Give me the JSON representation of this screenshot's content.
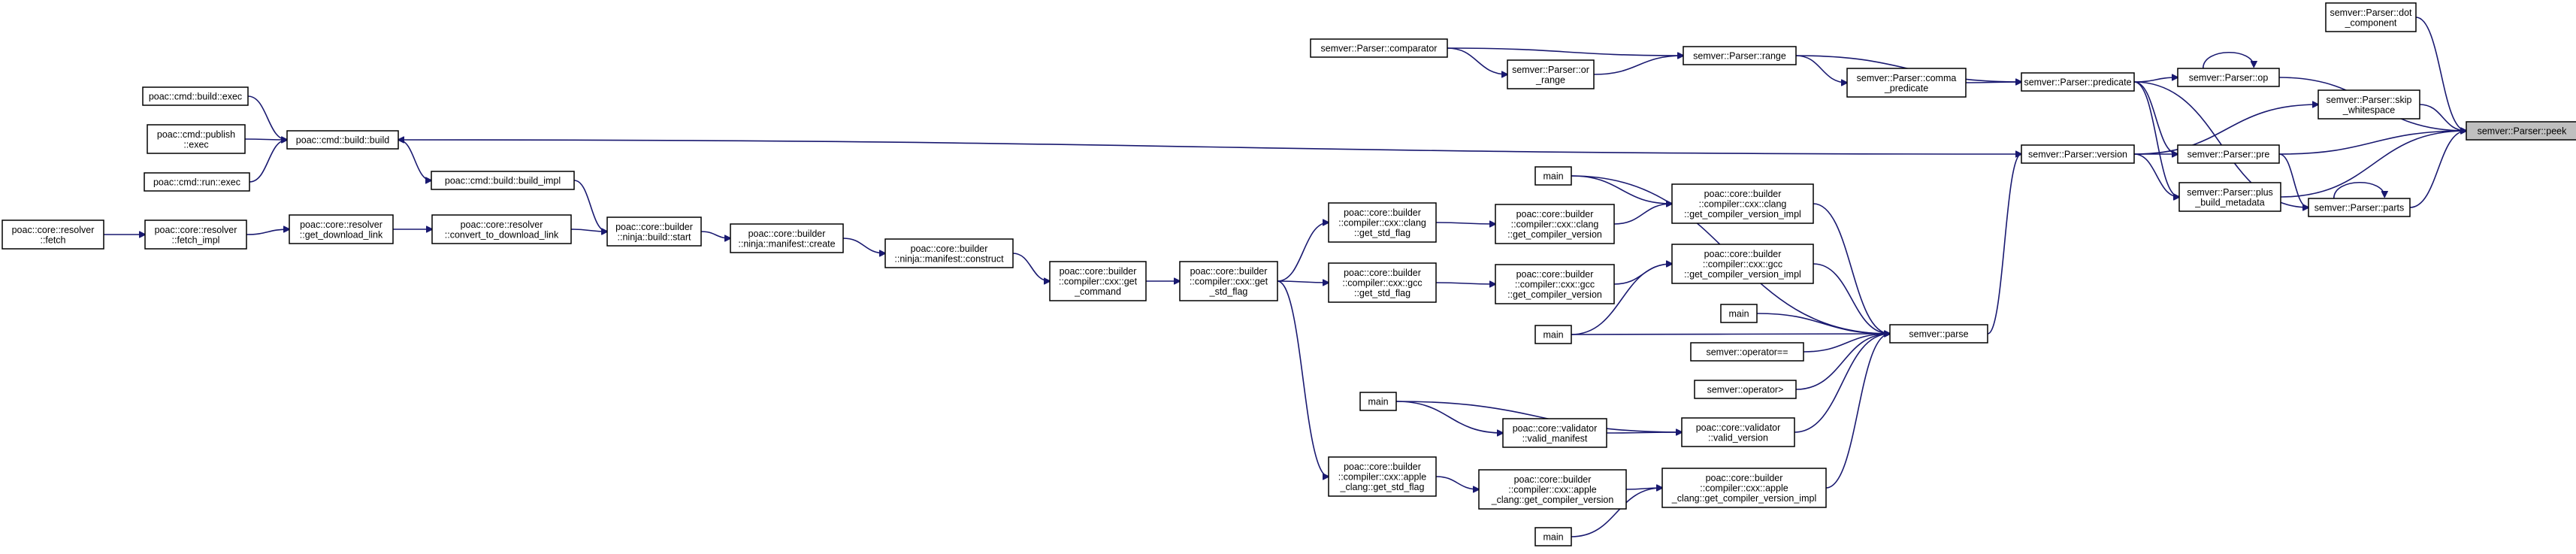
{
  "diagram": {
    "title": "",
    "nodes": [
      {
        "id": "peek",
        "lines": [
          "semver::Parser::peek"
        ],
        "root": true
      },
      {
        "id": "dot_component",
        "lines": [
          "semver::Parser::dot",
          "_component"
        ]
      },
      {
        "id": "op",
        "lines": [
          "semver::Parser::op"
        ]
      },
      {
        "id": "skip_ws",
        "lines": [
          "semver::Parser::skip",
          "_whitespace"
        ]
      },
      {
        "id": "pre",
        "lines": [
          "semver::Parser::pre"
        ]
      },
      {
        "id": "parts",
        "lines": [
          "semver::Parser::parts"
        ]
      },
      {
        "id": "plus_build",
        "lines": [
          "semver::Parser::plus",
          "_build_metadata"
        ]
      },
      {
        "id": "predicate",
        "lines": [
          "semver::Parser::predicate"
        ]
      },
      {
        "id": "version",
        "lines": [
          "semver::Parser::version"
        ]
      },
      {
        "id": "comma_predicate",
        "lines": [
          "semver::Parser::comma",
          "_predicate"
        ]
      },
      {
        "id": "range",
        "lines": [
          "semver::Parser::range"
        ]
      },
      {
        "id": "or_range",
        "lines": [
          "semver::Parser::or",
          "_range"
        ]
      },
      {
        "id": "comparator",
        "lines": [
          "semver::Parser::comparator"
        ]
      },
      {
        "id": "parse",
        "lines": [
          "semver::parse"
        ]
      },
      {
        "id": "clang_impl",
        "lines": [
          "poac::core::builder",
          "::compiler::cxx::clang",
          "::get_compiler_version_impl"
        ]
      },
      {
        "id": "gcc_impl",
        "lines": [
          "poac::core::builder",
          "::compiler::cxx::gcc",
          "::get_compiler_version_impl"
        ]
      },
      {
        "id": "main1",
        "lines": [
          "main"
        ]
      },
      {
        "id": "main2",
        "lines": [
          "main"
        ]
      },
      {
        "id": "main3",
        "lines": [
          "main"
        ]
      },
      {
        "id": "op_eq",
        "lines": [
          "semver::operator=="
        ]
      },
      {
        "id": "op_gt",
        "lines": [
          "semver::operator>"
        ]
      },
      {
        "id": "valid_version",
        "lines": [
          "poac::core::validator",
          "::valid_version"
        ]
      },
      {
        "id": "apple_impl",
        "lines": [
          "poac::core::builder",
          "::compiler::cxx::apple",
          "_clang::get_compiler_version_impl"
        ]
      },
      {
        "id": "main4",
        "lines": [
          "main"
        ]
      },
      {
        "id": "main5",
        "lines": [
          "main"
        ]
      },
      {
        "id": "clang_gcv",
        "lines": [
          "poac::core::builder",
          "::compiler::cxx::clang",
          "::get_compiler_version"
        ]
      },
      {
        "id": "gcc_gcv",
        "lines": [
          "poac::core::builder",
          "::compiler::cxx::gcc",
          "::get_compiler_version"
        ]
      },
      {
        "id": "valid_manifest",
        "lines": [
          "poac::core::validator",
          "::valid_manifest"
        ]
      },
      {
        "id": "apple_gcv",
        "lines": [
          "poac::core::builder",
          "::compiler::cxx::apple",
          "_clang::get_compiler_version"
        ]
      },
      {
        "id": "clang_std",
        "lines": [
          "poac::core::builder",
          "::compiler::cxx::clang",
          "::get_std_flag"
        ]
      },
      {
        "id": "gcc_std",
        "lines": [
          "poac::core::builder",
          "::compiler::cxx::gcc",
          "::get_std_flag"
        ]
      },
      {
        "id": "apple_std",
        "lines": [
          "poac::core::builder",
          "::compiler::cxx::apple",
          "_clang::get_std_flag"
        ]
      },
      {
        "id": "cxx_std",
        "lines": [
          "poac::core::builder",
          "::compiler::cxx::get",
          "_std_flag"
        ]
      },
      {
        "id": "get_command",
        "lines": [
          "poac::core::builder",
          "::compiler::cxx::get",
          "_command"
        ]
      },
      {
        "id": "manifest_construct",
        "lines": [
          "poac::core::builder",
          "::ninja::manifest::construct"
        ]
      },
      {
        "id": "manifest_create",
        "lines": [
          "poac::core::builder",
          "::ninja::manifest::create"
        ]
      },
      {
        "id": "ninja_start",
        "lines": [
          "poac::core::builder",
          "::ninja::build::start"
        ]
      },
      {
        "id": "build_impl",
        "lines": [
          "poac::cmd::build::build_impl"
        ]
      },
      {
        "id": "convert_dl",
        "lines": [
          "poac::core::resolver",
          "::convert_to_download_link"
        ]
      },
      {
        "id": "get_dl",
        "lines": [
          "poac::core::resolver",
          "::get_download_link"
        ]
      },
      {
        "id": "fetch_impl",
        "lines": [
          "poac::core::resolver",
          "::fetch_impl"
        ]
      },
      {
        "id": "fetch",
        "lines": [
          "poac::core::resolver",
          "::fetch"
        ]
      },
      {
        "id": "cmd_build",
        "lines": [
          "poac::cmd::build::build"
        ]
      },
      {
        "id": "build_exec",
        "lines": [
          "poac::cmd::build::exec"
        ]
      },
      {
        "id": "publish_exec",
        "lines": [
          "poac::cmd::publish",
          "::exec"
        ]
      },
      {
        "id": "run_exec",
        "lines": [
          "poac::cmd::run::exec"
        ]
      }
    ],
    "edges": [
      [
        "dot_component",
        "peek"
      ],
      [
        "op",
        "peek"
      ],
      [
        "skip_ws",
        "peek"
      ],
      [
        "pre",
        "peek"
      ],
      [
        "parts",
        "peek"
      ],
      [
        "plus_build",
        "peek"
      ],
      [
        "predicate",
        "op"
      ],
      [
        "op",
        "op"
      ],
      [
        "predicate",
        "pre"
      ],
      [
        "predicate",
        "parts"
      ],
      [
        "predicate",
        "plus_build"
      ],
      [
        "version",
        "skip_ws"
      ],
      [
        "version",
        "pre"
      ],
      [
        "version",
        "plus_build"
      ],
      [
        "pre",
        "parts"
      ],
      [
        "parts",
        "parts"
      ],
      [
        "range",
        "predicate"
      ],
      [
        "comma_predicate",
        "predicate"
      ],
      [
        "range",
        "comma_predicate"
      ],
      [
        "comparator",
        "range"
      ],
      [
        "comparator",
        "or_range"
      ],
      [
        "or_range",
        "range"
      ],
      [
        "version",
        "cmd_build"
      ],
      [
        "parse",
        "version"
      ],
      [
        "clang_impl",
        "parse"
      ],
      [
        "gcc_impl",
        "parse"
      ],
      [
        "main1",
        "parse"
      ],
      [
        "main2",
        "parse"
      ],
      [
        "main3",
        "parse"
      ],
      [
        "op_eq",
        "parse"
      ],
      [
        "op_gt",
        "parse"
      ],
      [
        "valid_version",
        "parse"
      ],
      [
        "apple_impl",
        "parse"
      ],
      [
        "main1",
        "clang_impl"
      ],
      [
        "main3",
        "gcc_impl"
      ],
      [
        "main4",
        "valid_version"
      ],
      [
        "valid_manifest",
        "valid_version"
      ],
      [
        "main5",
        "apple_impl"
      ],
      [
        "clang_gcv",
        "clang_impl"
      ],
      [
        "gcc_gcv",
        "gcc_impl"
      ],
      [
        "apple_gcv",
        "apple_impl"
      ],
      [
        "main4",
        "valid_manifest"
      ],
      [
        "clang_std",
        "clang_gcv"
      ],
      [
        "gcc_std",
        "gcc_gcv"
      ],
      [
        "apple_std",
        "apple_gcv"
      ],
      [
        "cxx_std",
        "clang_std"
      ],
      [
        "cxx_std",
        "gcc_std"
      ],
      [
        "cxx_std",
        "apple_std"
      ],
      [
        "get_command",
        "cxx_std"
      ],
      [
        "manifest_construct",
        "get_command"
      ],
      [
        "manifest_create",
        "manifest_construct"
      ],
      [
        "ninja_start",
        "manifest_create"
      ],
      [
        "build_impl",
        "ninja_start"
      ],
      [
        "convert_dl",
        "ninja_start"
      ],
      [
        "get_dl",
        "convert_dl"
      ],
      [
        "fetch_impl",
        "get_dl"
      ],
      [
        "fetch",
        "fetch_impl"
      ],
      [
        "cmd_build",
        "build_impl"
      ],
      [
        "build_exec",
        "cmd_build"
      ],
      [
        "publish_exec",
        "cmd_build"
      ],
      [
        "run_exec",
        "cmd_build"
      ]
    ]
  }
}
